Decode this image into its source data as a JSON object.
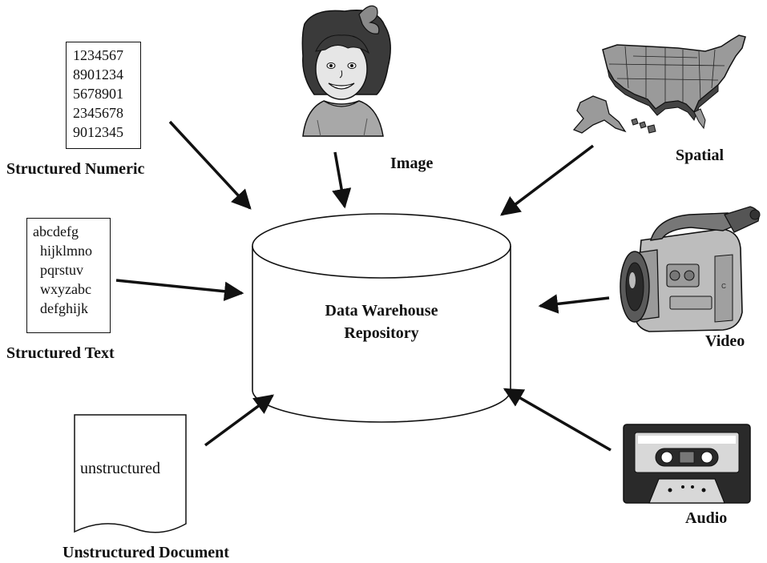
{
  "repository": {
    "line1": "Data Warehouse",
    "line2": "Repository"
  },
  "sources": {
    "structured_numeric": {
      "label": "Structured Numeric",
      "rows": [
        "1234567",
        "8901234",
        "5678901",
        "2345678",
        "9012345"
      ]
    },
    "structured_text": {
      "label": "Structured Text",
      "rows": [
        "abcdefg",
        "hijklmno",
        "pqrstuv",
        "wxyzabc",
        "defghijk"
      ]
    },
    "unstructured_document": {
      "label": "Unstructured Document",
      "content": "unstructured"
    },
    "image": {
      "label": "Image",
      "icon": "girl-portrait-icon"
    },
    "spatial": {
      "label": "Spatial",
      "icon": "us-map-icon"
    },
    "video": {
      "label": "Video",
      "icon": "camcorder-icon"
    },
    "audio": {
      "label": "Audio",
      "icon": "cassette-tape-icon"
    }
  },
  "colors": {
    "stroke": "#111111",
    "fill": "#ffffff",
    "gray": "#9a9a9a",
    "dark_gray": "#555555"
  }
}
